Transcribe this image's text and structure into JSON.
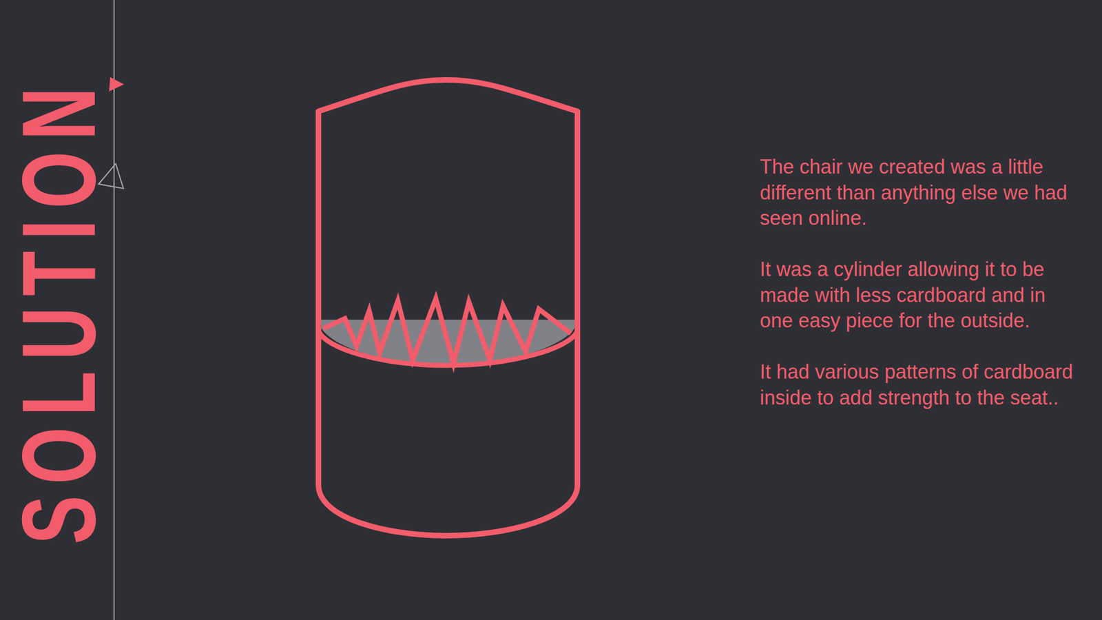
{
  "diagram": {
    "title": "SOLUTION",
    "labels": [
      "The chair we created was a little different than anything else we had seen online.",
      "It was a cylinder allowing it to be made with less cardboard and in one easy piece for the outside.",
      "It had various patterns of cardboard inside to add strength to the seat.."
    ]
  }
}
